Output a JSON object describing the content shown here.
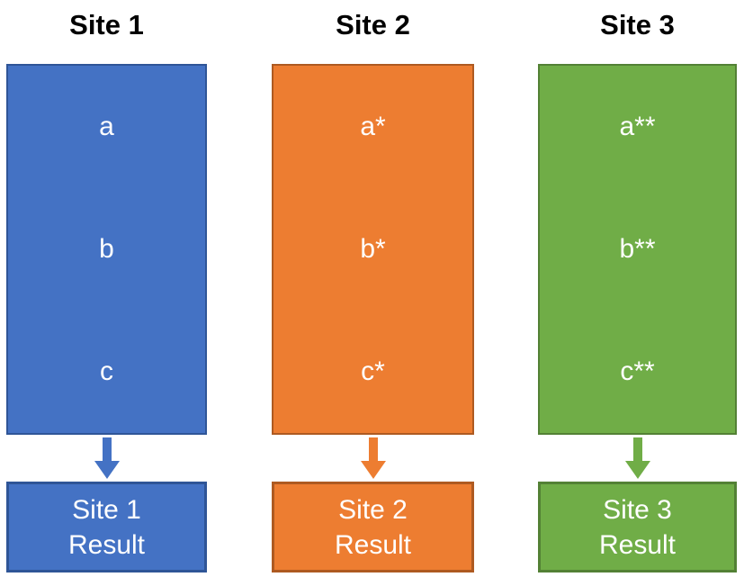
{
  "background": "#FFFFFF",
  "title_color": "#000000",
  "label_color": "#FFFFFF",
  "columns": [
    {
      "title": "Site 1",
      "fill": "#4472C4",
      "border": "#2F5597",
      "items": [
        "a",
        "b",
        "c"
      ],
      "result_line1": "Site 1",
      "result_line2": "Result"
    },
    {
      "title": "Site 2",
      "fill": "#ED7D31",
      "border": "#AE5A21",
      "items": [
        "a*",
        "b*",
        "c*"
      ],
      "result_line1": "Site 2",
      "result_line2": "Result"
    },
    {
      "title": "Site 3",
      "fill": "#70AD47",
      "border": "#538135",
      "items": [
        "a**",
        "b**",
        "c**"
      ],
      "result_line1": "Site 3",
      "result_line2": "Result"
    }
  ]
}
